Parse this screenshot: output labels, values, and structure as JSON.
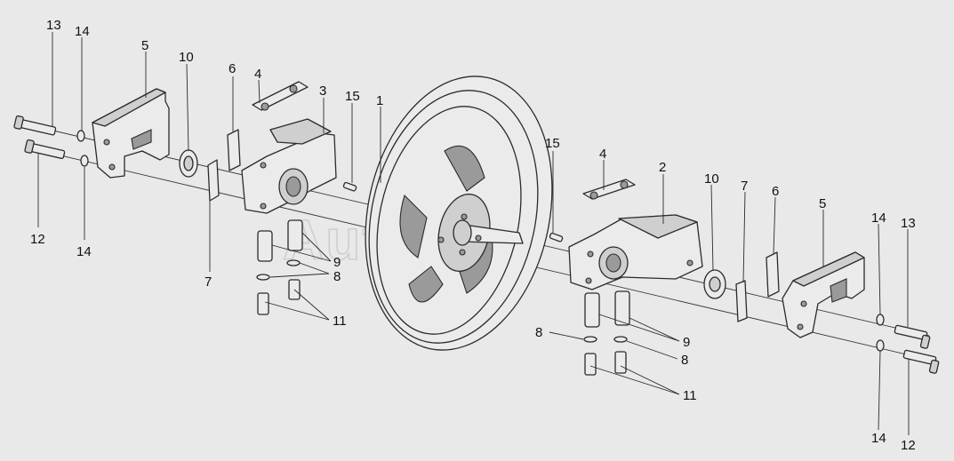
{
  "watermark": "AutoSoft",
  "callouts": [
    {
      "id": "c13a",
      "text": "13"
    },
    {
      "id": "c14a",
      "text": "14"
    },
    {
      "id": "c5a",
      "text": "5"
    },
    {
      "id": "c10a",
      "text": "10"
    },
    {
      "id": "c6a",
      "text": "6"
    },
    {
      "id": "c4a",
      "text": "4"
    },
    {
      "id": "c3",
      "text": "3"
    },
    {
      "id": "c15a",
      "text": "15"
    },
    {
      "id": "c1",
      "text": "1"
    },
    {
      "id": "c12a",
      "text": "12"
    },
    {
      "id": "c14b",
      "text": "14"
    },
    {
      "id": "c7a",
      "text": "7"
    },
    {
      "id": "c9a",
      "text": "9"
    },
    {
      "id": "c8a",
      "text": "8"
    },
    {
      "id": "c11a",
      "text": "11"
    },
    {
      "id": "c15b",
      "text": "15"
    },
    {
      "id": "c4b",
      "text": "4"
    },
    {
      "id": "c2",
      "text": "2"
    },
    {
      "id": "c10b",
      "text": "10"
    },
    {
      "id": "c7b",
      "text": "7"
    },
    {
      "id": "c6b",
      "text": "6"
    },
    {
      "id": "c5b",
      "text": "5"
    },
    {
      "id": "c14c",
      "text": "14"
    },
    {
      "id": "c13b",
      "text": "13"
    },
    {
      "id": "c8b",
      "text": "8"
    },
    {
      "id": "c9b",
      "text": "9"
    },
    {
      "id": "c8c",
      "text": "8"
    },
    {
      "id": "c11b",
      "text": "11"
    },
    {
      "id": "c14d",
      "text": "14"
    },
    {
      "id": "c12b",
      "text": "12"
    }
  ]
}
